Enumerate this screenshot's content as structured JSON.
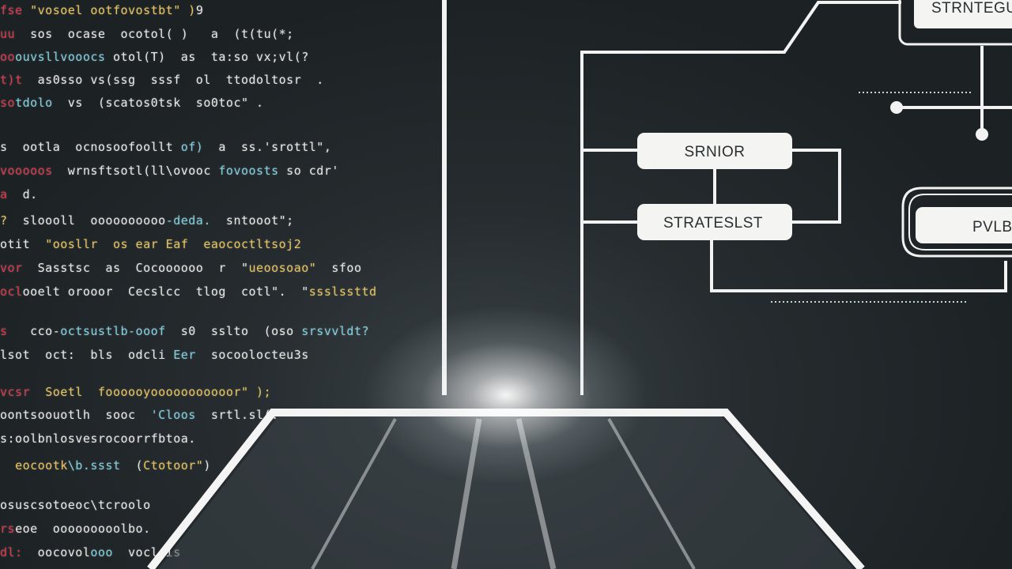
{
  "code_lines": [
    {
      "segments": [
        {
          "t": "fse ",
          "c": "kw"
        },
        {
          "t": "\"vosoel ",
          "c": "str"
        },
        {
          "t": "ootfovostbt\" )",
          "c": "str"
        },
        {
          "t": "9",
          "c": ""
        }
      ]
    },
    {
      "segments": [
        {
          "t": "uu",
          "c": "kw"
        },
        {
          "t": "  sos  ocase  ocotol( )   a  (t(tu(*;",
          "c": ""
        }
      ]
    },
    {
      "segments": [
        {
          "t": "oo",
          "c": "kw"
        },
        {
          "t": "ouvsllvooocs",
          "c": "fn"
        },
        {
          "t": " otol(T)  as  ta:so vx;vl(?",
          "c": ""
        }
      ]
    },
    {
      "segments": [
        {
          "t": "t)t",
          "c": "kw"
        },
        {
          "t": "  as0sso vs(ssg  sssf  ol  ttodoltosr  .",
          "c": ""
        }
      ]
    },
    {
      "segments": [
        {
          "t": "so",
          "c": "kw"
        },
        {
          "t": "tdolo ",
          "c": "fn"
        },
        {
          "t": " vs  (scatos0tsk  so0toc\" .",
          "c": ""
        }
      ]
    },
    {
      "segments": [
        {
          "t": "s  ootla  ocnosoofoollt ",
          "c": ""
        },
        {
          "t": "of)",
          "c": "fn"
        },
        {
          "t": "  a  ss.'srottl\",",
          "c": ""
        }
      ]
    },
    {
      "segments": [
        {
          "t": "vooooos",
          "c": "kw"
        },
        {
          "t": "  wrnsftsotl(ll\\ovooc ",
          "c": ""
        },
        {
          "t": "fovoosts",
          "c": "fn"
        },
        {
          "t": " so cdr'",
          "c": ""
        }
      ]
    },
    {
      "segments": [
        {
          "t": "a",
          "c": "kw"
        },
        {
          "t": "  d.",
          "c": ""
        }
      ]
    },
    {
      "segments": [
        {
          "t": "?  ",
          "c": "str"
        },
        {
          "t": "sloooll  oooooooooo",
          "c": ""
        },
        {
          "t": "-deda.",
          "c": "fn"
        },
        {
          "t": "  sntooot\";",
          "c": ""
        }
      ]
    },
    {
      "segments": [
        {
          "t": "otit  ",
          "c": ""
        },
        {
          "t": "\"oosllr  os ear Eaf  eaococtltsoj2",
          "c": "str"
        }
      ]
    },
    {
      "segments": [
        {
          "t": "vor",
          "c": "kw"
        },
        {
          "t": "  Sasstsc  as  Cocoooooo  r  \"",
          "c": ""
        },
        {
          "t": "ueoosoao\"",
          "c": "str"
        },
        {
          "t": "  sfoo",
          "c": ""
        }
      ]
    },
    {
      "segments": [
        {
          "t": "ocl",
          "c": "kw"
        },
        {
          "t": "ooelt orooor  Cecslcc  tlog  cotl\".  \"",
          "c": ""
        },
        {
          "t": "ssslssttd",
          "c": "str"
        }
      ]
    },
    {
      "segments": [
        {
          "t": "s ",
          "c": "kw"
        },
        {
          "t": "  cco-",
          "c": ""
        },
        {
          "t": "octsustlb-ooof",
          "c": "fn"
        },
        {
          "t": "  s0  sslto  (oso ",
          "c": ""
        },
        {
          "t": "srsvvldt?",
          "c": "fn"
        }
      ]
    },
    {
      "segments": [
        {
          "t": "lsot  oct:  bls  odcli ",
          "c": ""
        },
        {
          "t": "Eer",
          "c": "fn"
        },
        {
          "t": "  socoolocteu3s",
          "c": ""
        }
      ]
    },
    {
      "segments": [
        {
          "t": "vcsr",
          "c": "kw"
        },
        {
          "t": "  ",
          "c": ""
        },
        {
          "t": "Soetl",
          "c": "str"
        },
        {
          "t": "  ",
          "c": ""
        },
        {
          "t": "foooooyooooooooooor\" );",
          "c": "str"
        }
      ]
    },
    {
      "segments": [
        {
          "t": "oontsoouotlh  sooc  ",
          "c": ""
        },
        {
          "t": "'Cloos",
          "c": "fn"
        },
        {
          "t": "  srtl.sl(.",
          "c": ""
        }
      ]
    },
    {
      "segments": [
        {
          "t": "s:oolbnlosvesrocoorrfbtoa.",
          "c": ""
        }
      ]
    },
    {
      "segments": [
        {
          "t": "  ",
          "c": ""
        },
        {
          "t": "eocootk",
          "c": "str"
        },
        {
          "t": "\\b.ssst",
          "c": "fn"
        },
        {
          "t": "  (",
          "c": ""
        },
        {
          "t": "Ctotoor\"",
          "c": "str"
        },
        {
          "t": ")",
          "c": ""
        }
      ]
    },
    {
      "segments": [
        {
          "t": "osuscsotoeoc\\tcroolo",
          "c": ""
        }
      ]
    },
    {
      "segments": [
        {
          "t": "rs",
          "c": "kw"
        },
        {
          "t": "eoe  ooooooooolbo.",
          "c": ""
        }
      ]
    },
    {
      "segments": [
        {
          "t": "dl:",
          "c": "kw"
        },
        {
          "t": "  oocovol",
          "c": ""
        },
        {
          "t": "ooo",
          "c": "fn"
        },
        {
          "t": "  voclcis",
          "c": ""
        }
      ]
    }
  ],
  "nodes": {
    "top": "STRNTEGU",
    "senior": "SRNIOR",
    "statesist": "STRATESLST",
    "right": "PVLBN"
  },
  "colors": {
    "background": "#1e2326",
    "line": "#f2f2f2",
    "node_fill": "#f4f4f2",
    "keyword": "#e0364a",
    "string": "#e8c35a",
    "function": "#7fd0e0"
  }
}
